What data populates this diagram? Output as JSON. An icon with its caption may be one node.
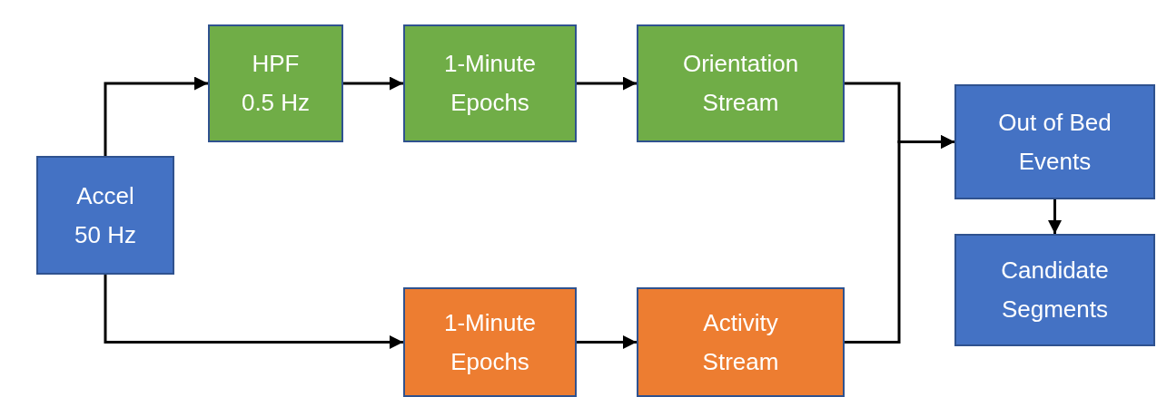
{
  "diagram": {
    "nodes": [
      {
        "text": [
          "Accel 50 Hz"
        ]
      },
      {
        "text": [
          "HPF 0.5 Hz"
        ]
      },
      {
        "text": [
          "1-Minute Epochs"
        ]
      },
      {
        "text": [
          "Orientation Stream"
        ]
      },
      {
        "text": [
          "Out of Bed Events"
        ]
      },
      {
        "text": [
          "Candidate Segments"
        ]
      },
      {
        "text": [
          "1-Minute Epochs"
        ]
      },
      {
        "text": [
          "Activity Stream"
        ]
      }
    ],
    "edges": [
      {
        "from": 0,
        "to": 1,
        "arrow": "to"
      },
      {
        "from": 1,
        "to": 2,
        "arrow": "to"
      },
      {
        "from": 2,
        "to": 3,
        "arrow": "to"
      },
      {
        "from": 3,
        "to": 4,
        "arrow": "to"
      },
      {
        "from": 0,
        "to": 6,
        "arrow": "to"
      },
      {
        "from": 6,
        "to": 7,
        "arrow": "to"
      },
      {
        "from": 7,
        "to": 4,
        "arrow": "to"
      },
      {
        "from": 4,
        "to": 5,
        "arrow": "to"
      }
    ]
  }
}
